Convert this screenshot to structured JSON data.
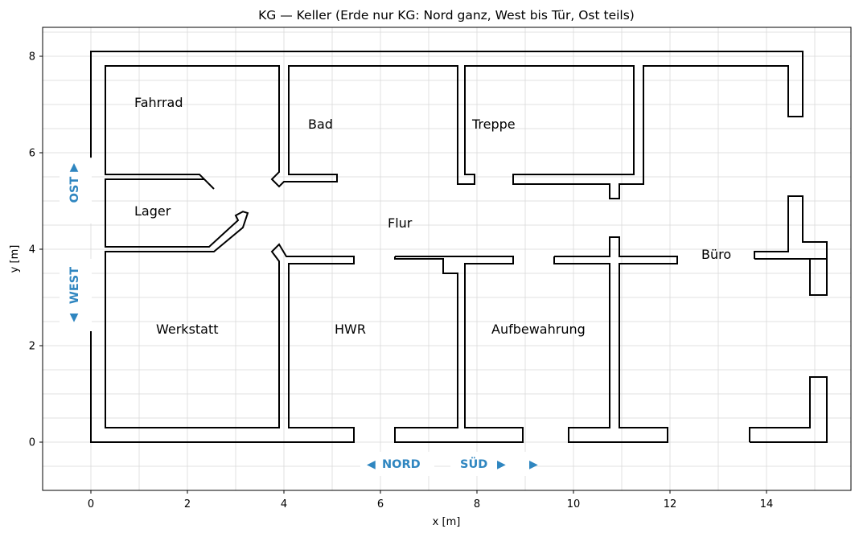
{
  "title": "KG — Keller  (Erde nur KG: Nord ganz, West bis Tür, Ost teils)",
  "chart_data": {
    "type": "floorplan",
    "xlabel": "x [m]",
    "ylabel": "y [m]",
    "xlim": [
      -1,
      15.75
    ],
    "ylim": [
      -1,
      8.6
    ],
    "grid": true,
    "x_ticks": [
      0,
      2,
      4,
      6,
      8,
      10,
      12,
      14
    ],
    "y_ticks": [
      0,
      2,
      4,
      6,
      8
    ],
    "x_minor_grid": [
      0,
      1,
      2,
      3,
      4,
      5,
      6,
      7,
      8,
      9,
      10,
      11,
      12,
      13,
      14,
      15
    ],
    "y_minor_grid": [
      -0.5,
      0,
      0.5,
      1,
      1.5,
      2,
      2.5,
      3,
      3.5,
      4,
      4.5,
      5,
      5.5,
      6,
      6.5,
      7,
      7.5,
      8,
      8.5
    ],
    "rooms": [
      {
        "name": "Fahrrad",
        "x": 0.9,
        "y": 7.05
      },
      {
        "name": "Bad",
        "x": 4.5,
        "y": 6.6
      },
      {
        "name": "Treppe",
        "x": 7.9,
        "y": 6.6
      },
      {
        "name": "Lager",
        "x": 0.9,
        "y": 4.8
      },
      {
        "name": "Flur",
        "x": 6.15,
        "y": 4.55
      },
      {
        "name": "Büro",
        "x": 12.65,
        "y": 3.9
      },
      {
        "name": "Werkstatt",
        "x": 1.35,
        "y": 2.35
      },
      {
        "name": "HWR",
        "x": 5.05,
        "y": 2.35
      },
      {
        "name": "Aufbewahrung",
        "x": 8.3,
        "y": 2.35
      }
    ],
    "walls": [
      [
        [
          0.0,
          5.9
        ],
        [
          0.0,
          8.1
        ],
        [
          14.75,
          8.1
        ],
        [
          14.75,
          6.75
        ],
        [
          14.45,
          6.75
        ],
        [
          14.45,
          7.8
        ],
        [
          11.45,
          7.8
        ],
        [
          11.45,
          5.35
        ],
        [
          10.95,
          5.35
        ],
        [
          10.95,
          5.05
        ],
        [
          10.75,
          5.05
        ],
        [
          10.75,
          5.35
        ],
        [
          8.75,
          5.35
        ],
        [
          8.75,
          5.55
        ],
        [
          11.25,
          5.55
        ],
        [
          11.25,
          7.8
        ],
        [
          7.75,
          7.8
        ],
        [
          7.75,
          5.55
        ],
        [
          7.95,
          5.55
        ],
        [
          7.95,
          5.35
        ],
        [
          7.6,
          5.35
        ],
        [
          7.6,
          5.55
        ],
        [
          7.6,
          7.8
        ],
        [
          4.1,
          7.8
        ],
        [
          4.1,
          5.55
        ],
        [
          5.1,
          5.55
        ],
        [
          5.1,
          5.4
        ],
        [
          4.0,
          5.4
        ],
        [
          3.9,
          5.3
        ],
        [
          3.75,
          5.45
        ],
        [
          3.9,
          5.6
        ],
        [
          3.9,
          7.8
        ],
        [
          0.3,
          7.8
        ],
        [
          0.3,
          5.55
        ],
        [
          2.25,
          5.55
        ],
        [
          2.45,
          5.35
        ],
        [
          2.55,
          5.25
        ],
        [
          2.35,
          5.45
        ],
        [
          0.3,
          5.45
        ],
        [
          0.3,
          4.05
        ],
        [
          2.45,
          4.05
        ],
        [
          3.05,
          4.6
        ],
        [
          3.0,
          4.7
        ],
        [
          3.15,
          4.78
        ],
        [
          3.25,
          4.75
        ],
        [
          3.15,
          4.45
        ],
        [
          2.55,
          3.95
        ],
        [
          0.3,
          3.95
        ],
        [
          0.3,
          0.3
        ],
        [
          3.9,
          0.3
        ],
        [
          3.9,
          3.75
        ],
        [
          3.75,
          3.95
        ],
        [
          3.9,
          4.1
        ],
        [
          4.05,
          3.85
        ],
        [
          5.45,
          3.85
        ],
        [
          5.45,
          3.7
        ],
        [
          4.1,
          3.7
        ],
        [
          4.1,
          0.3
        ],
        [
          5.45,
          0.3
        ],
        [
          5.45,
          0.0
        ],
        [
          0.0,
          0.0
        ],
        [
          0.0,
          2.3
        ]
      ],
      [
        [
          6.3,
          3.85
        ],
        [
          8.75,
          3.85
        ],
        [
          8.75,
          3.7
        ],
        [
          7.75,
          3.7
        ],
        [
          7.75,
          0.3
        ],
        [
          8.95,
          0.3
        ],
        [
          8.95,
          0.0
        ],
        [
          6.3,
          0.0
        ],
        [
          6.3,
          0.3
        ],
        [
          7.6,
          0.3
        ],
        [
          7.6,
          3.5
        ],
        [
          7.3,
          3.5
        ],
        [
          7.3,
          3.8
        ],
        [
          6.3,
          3.8
        ],
        [
          6.3,
          3.85
        ]
      ],
      [
        [
          9.6,
          3.85
        ],
        [
          10.75,
          3.85
        ],
        [
          10.75,
          4.25
        ],
        [
          10.95,
          4.25
        ],
        [
          10.95,
          3.85
        ],
        [
          12.15,
          3.85
        ],
        [
          12.15,
          3.7
        ],
        [
          10.95,
          3.7
        ],
        [
          10.95,
          0.3
        ],
        [
          11.95,
          0.3
        ],
        [
          11.95,
          0.0
        ],
        [
          9.9,
          0.0
        ],
        [
          9.9,
          0.3
        ],
        [
          10.75,
          0.3
        ],
        [
          10.75,
          3.7
        ],
        [
          9.6,
          3.7
        ],
        [
          9.6,
          3.85
        ]
      ],
      [
        [
          13.75,
          3.8
        ],
        [
          15.25,
          3.8
        ],
        [
          15.25,
          3.05
        ],
        [
          14.9,
          3.05
        ],
        [
          14.9,
          3.8
        ],
        [
          15.25,
          3.8
        ],
        [
          15.25,
          4.15
        ],
        [
          14.75,
          4.15
        ],
        [
          14.75,
          5.1
        ],
        [
          14.45,
          5.1
        ],
        [
          14.45,
          3.95
        ],
        [
          13.75,
          3.95
        ],
        [
          13.75,
          3.8
        ]
      ],
      [
        [
          13.65,
          0.0
        ],
        [
          15.25,
          0.0
        ],
        [
          15.25,
          1.35
        ],
        [
          14.9,
          1.35
        ],
        [
          14.9,
          0.3
        ],
        [
          13.65,
          0.3
        ],
        [
          13.65,
          0.0
        ]
      ]
    ],
    "directions": [
      {
        "label": "OST",
        "arrow": "▲",
        "side": "left-upper"
      },
      {
        "label": "WEST",
        "arrow": "▼",
        "side": "left-lower"
      },
      {
        "label": "NORD",
        "arrow": "◀",
        "side": "bottom-left"
      },
      {
        "label": "SÜD",
        "arrow": "▶",
        "side": "bottom-right"
      }
    ]
  }
}
